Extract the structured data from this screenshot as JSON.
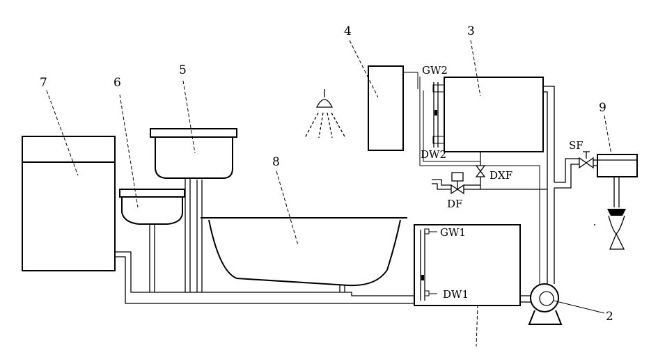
{
  "numbers": {
    "n2": "2",
    "n3": "3",
    "n4": "4",
    "n5": "5",
    "n6": "6",
    "n7": "7",
    "n8": "8",
    "n9": "9"
  },
  "labels": {
    "gw2": "GW2",
    "dw2": "DW2",
    "dxf": "DXF",
    "df": "DF",
    "sf": "SF",
    "gw1": "GW1",
    "dw1": "DW1"
  }
}
